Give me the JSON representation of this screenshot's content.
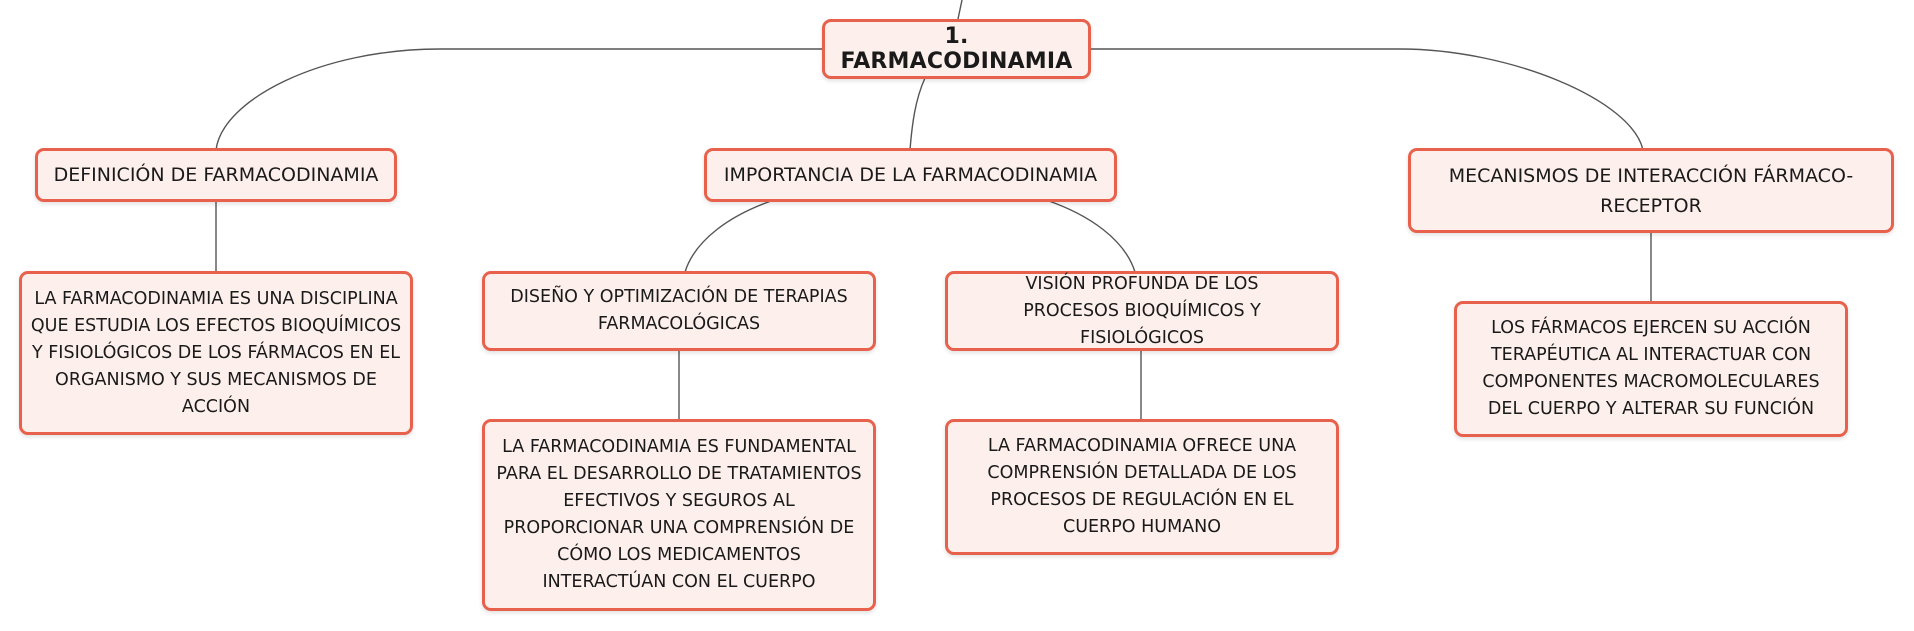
{
  "diagram": {
    "root": {
      "label": "1. FARMACODINAMIA"
    },
    "branches": {
      "definicion": {
        "label": "DEFINICIÓN DE FARMACODINAMIA",
        "detail": "LA FARMACODINAMIA ES UNA DISCIPLINA QUE ESTUDIA LOS EFECTOS BIOQUÍMICOS Y FISIOLÓGICOS DE LOS FÁRMACOS EN EL ORGANISMO Y SUS MECANISMOS DE ACCIÓN"
      },
      "importancia": {
        "label": "IMPORTANCIA DE LA FARMACODINAMIA",
        "diseno": {
          "label": "DISEÑO Y OPTIMIZACIÓN DE TERAPIAS FARMACOLÓGICAS",
          "detail": "LA FARMACODINAMIA ES FUNDAMENTAL PARA EL DESARROLLO DE TRATAMIENTOS EFECTIVOS Y SEGUROS AL PROPORCIONAR UNA COMPRENSIÓN DE CÓMO LOS MEDICAMENTOS INTERACTÚAN CON EL CUERPO"
        },
        "vision": {
          "label": "VISIÓN PROFUNDA DE LOS PROCESOS BIOQUÍMICOS Y FISIOLÓGICOS",
          "detail": "LA FARMACODINAMIA OFRECE UNA COMPRENSIÓN DETALLADA DE LOS PROCESOS DE REGULACIÓN EN EL CUERPO HUMANO"
        }
      },
      "mecanismos": {
        "label": "MECANISMOS DE INTERACCIÓN FÁRMACO-RECEPTOR",
        "detail": "LOS FÁRMACOS EJERCEN SU ACCIÓN TERAPÉUTICA AL INTERACTUAR CON COMPONENTES MACROMOLECULARES DEL CUERPO Y ALTERAR SU FUNCIÓN"
      }
    },
    "colors": {
      "node_fill": "#fdf0ec",
      "node_border": "#e8614c",
      "connector": "#555555",
      "text": "#1a1a1a"
    }
  }
}
